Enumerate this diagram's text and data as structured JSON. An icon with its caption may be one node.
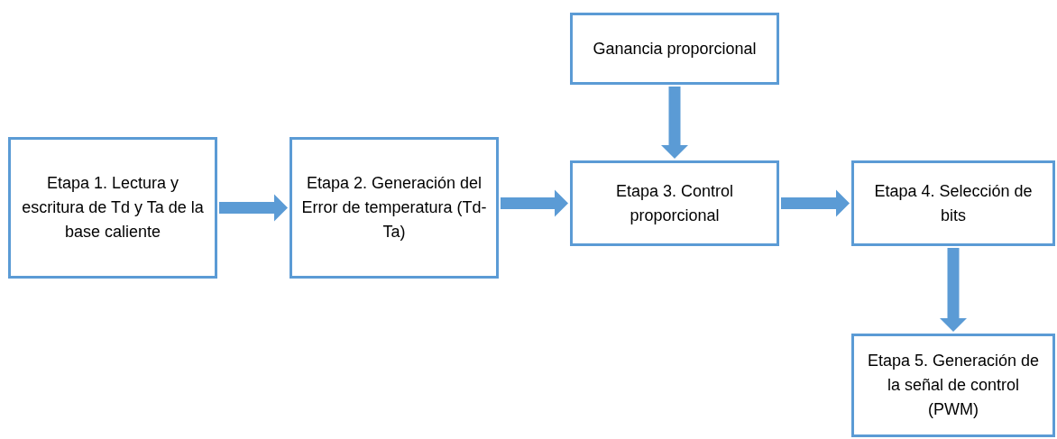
{
  "diagram": {
    "nodes": [
      {
        "text": [
          "Etapa 1. Lectura y escritura de Td y Ta de la base caliente"
        ]
      },
      {
        "text": [
          "Etapa 2. Generación del Error de temperatura (Td-Ta)"
        ]
      },
      {
        "text": [
          "Ganancia proporcional"
        ]
      },
      {
        "text": [
          "Etapa 3. Control proporcional"
        ]
      },
      {
        "text": [
          "Etapa 4. Selección de bits"
        ]
      },
      {
        "text": [
          "Etapa 5. Generación de la señal de control (PWM)"
        ]
      }
    ],
    "edges": [
      {
        "from": 0,
        "to": 1,
        "arrow": "to"
      },
      {
        "from": 1,
        "to": 3,
        "arrow": "to"
      },
      {
        "from": 2,
        "to": 3,
        "arrow": "to"
      },
      {
        "from": 3,
        "to": 4,
        "arrow": "to"
      },
      {
        "from": 4,
        "to": 5,
        "arrow": "to"
      }
    ]
  }
}
